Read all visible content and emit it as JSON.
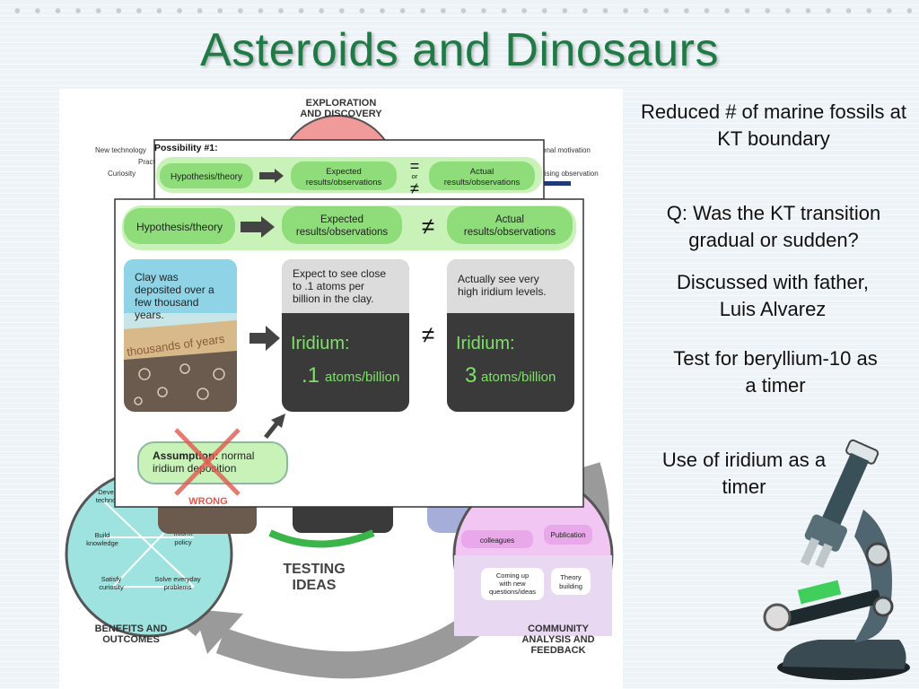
{
  "slide": {
    "title": "Asteroids and Dinosaurs",
    "bullets": [
      "Reduced # of marine fossils at KT boundary",
      "Q: Was the KT transition gradual or sudden?",
      "Discussed with father, Luis Alvarez",
      "Test for beryllium-10 as a timer",
      "Use of iridium as a timer"
    ]
  },
  "diagram": {
    "exploration": "EXPLORATION",
    "discovery": "AND DISCOVERY",
    "testing1": "TESTING",
    "testing2": "IDEAS",
    "benefits1": "BENEFITS AND",
    "benefits2": "OUTCOMES",
    "community1": "COMMUNITY",
    "community2": "ANALYSIS AND",
    "community3": "FEEDBACK",
    "bg_labels": {
      "new_technology": "New technology",
      "practical": "Pract",
      "curiosity": "Curiosity",
      "motivation": "onal motivation",
      "surprising": "rising observation",
      "develop": "Deve",
      "develop2": "techno",
      "build": "Build",
      "build2": "knowledge",
      "inform": "Inform",
      "inform2": "policy",
      "satisfy": "Satisfy",
      "satisfy2": "curiosity",
      "solve": "Solve everyday",
      "solve2": "problems",
      "colleagues": "colleagues",
      "publication": "Publication",
      "coming1": "Coming up",
      "coming2": "with new",
      "coming3": "questions/ideas",
      "theory1": "Theory",
      "theory2": "building"
    },
    "possibility": {
      "label": "Possibility #1:",
      "hypothesis": "Hypothesis/theory",
      "expected1": "Expected",
      "expected2": "results/observations",
      "actual1": "Actual",
      "actual2": "results/observations",
      "eq": "=",
      "or": "or",
      "neq": "≠"
    },
    "front": {
      "hypothesis": "Hypothesis/theory",
      "expected1": "Expected",
      "expected2": "results/observations",
      "actual1": "Actual",
      "actual2": "results/observations",
      "neq": "≠",
      "clay1": "Clay was",
      "clay2": "deposited over a",
      "clay3": "few thousand",
      "clay4": "years.",
      "thousands": "thousands of years",
      "expect1": "Expect to see close",
      "expect2": "to .1 atoms per",
      "expect3": "billion in the clay.",
      "actually1": "Actually see very",
      "actually2": "high iridium levels.",
      "iridium": "Iridium:",
      "val_expected": ".1",
      "val_actual": "3",
      "unit": "atoms/billion",
      "assumption_bold": "Assumption:",
      "assumption_rest": " normal",
      "assumption2": "iridium deposition",
      "wrong": "WRONG"
    }
  },
  "colors": {
    "title": "#1f7a45",
    "green_band": "#c9f2b8",
    "green_box": "#8fdc7a",
    "benefits": "#9ee3df",
    "community": "#f2c6f2",
    "exploration": "#f19a9a",
    "wrong": "#e05a4f"
  }
}
